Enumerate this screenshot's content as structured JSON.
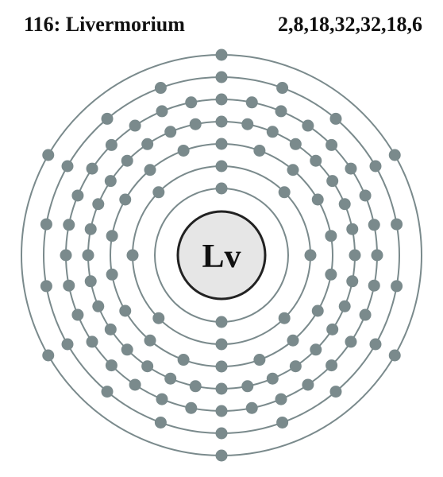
{
  "header": {
    "title": "116: Livermorium",
    "configuration": "2,8,18,32,32,18,6"
  },
  "element": {
    "symbol": "Lv"
  },
  "shells": [
    2,
    8,
    18,
    32,
    32,
    18,
    6
  ],
  "colors": {
    "electron": "#7a8a8c",
    "orbit": "#7a8a8c",
    "nucleus_fill": "#e6e6e6",
    "nucleus_stroke": "#222222",
    "text": "#111111"
  }
}
